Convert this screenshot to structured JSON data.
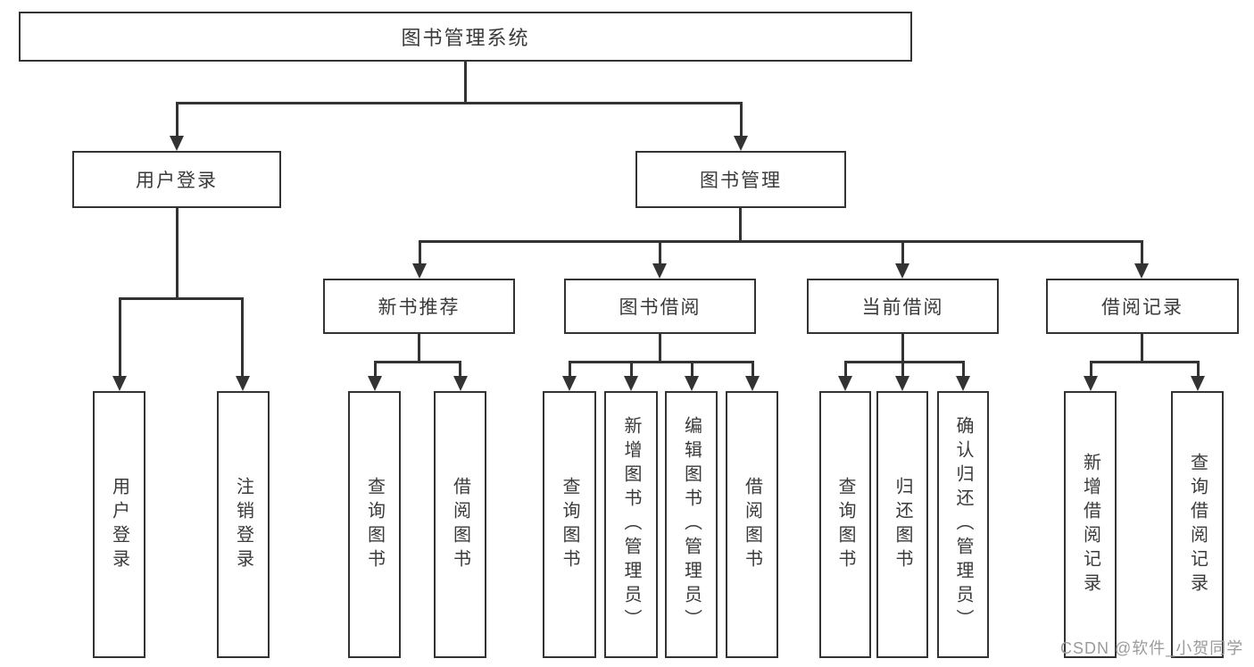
{
  "diagram": {
    "root": {
      "label": "图书管理系统"
    },
    "level2": [
      {
        "label": "用户登录"
      },
      {
        "label": "图书管理"
      }
    ],
    "level3": [
      {
        "label": "新书推荐"
      },
      {
        "label": "图书借阅"
      },
      {
        "label": "当前借阅"
      },
      {
        "label": "借阅记录"
      }
    ],
    "leaves": {
      "user_login": [
        {
          "label": "用户登录"
        },
        {
          "label": "注销登录"
        }
      ],
      "new_book": [
        {
          "label": "查询图书"
        },
        {
          "label": "借阅图书"
        }
      ],
      "book_borrow": [
        {
          "label": "查询图书"
        },
        {
          "label": "新增图书（管理员）"
        },
        {
          "label": "编辑图书（管理员）"
        },
        {
          "label": "借阅图书"
        }
      ],
      "current_borrow": [
        {
          "label": "查询图书"
        },
        {
          "label": "归还图书"
        },
        {
          "label": "确认归还（管理员）"
        }
      ],
      "borrow_record": [
        {
          "label": "新增借阅记录"
        },
        {
          "label": "查询借阅记录"
        }
      ]
    }
  },
  "watermark": {
    "text": "CSDN @软件_小贺同学"
  },
  "colors": {
    "line": "#333333",
    "text": "#3a3a3a",
    "watermark": "#9b9b9b",
    "background": "#ffffff"
  }
}
